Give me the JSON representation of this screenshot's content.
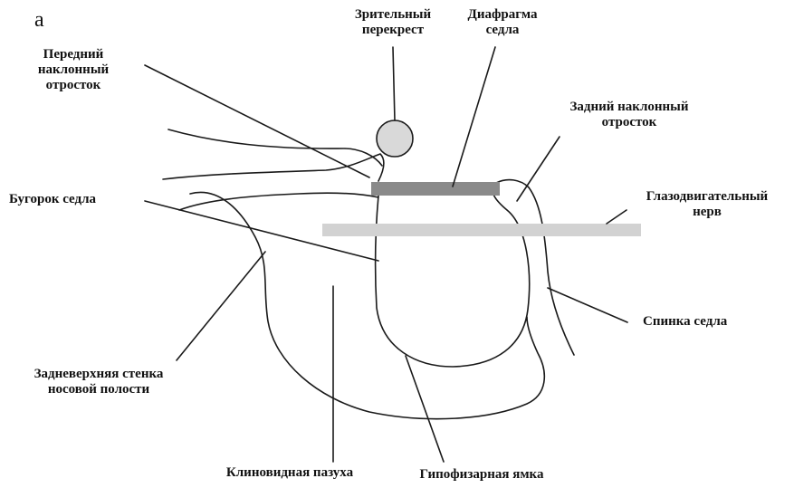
{
  "figure": {
    "letter": "а"
  },
  "labels": {
    "optic_chiasm": [
      "Зрительный",
      "перекрест"
    ],
    "diaphragm_sellae": [
      "Диафрагма",
      "седла"
    ],
    "anterior_clinoid": [
      "Передний",
      "наклонный",
      "отросток"
    ],
    "posterior_clinoid": [
      "Задний наклонный",
      "отросток"
    ],
    "tuberculum_sellae": [
      "Бугорок седла"
    ],
    "oculomotor_nerve": [
      "Глазодвигательный",
      "нерв"
    ],
    "dorsum_sellae": [
      "Спинка седла"
    ],
    "posterosuperior_wall": [
      "Задневерхняя стенка",
      "носовой полости"
    ],
    "sphenoid_sinus": [
      "Клиновидная пазуха"
    ],
    "pituitary_fossa": [
      "Гипофизарная ямка"
    ]
  },
  "colors": {
    "ink": "#1a1a1a",
    "diaphragm_bar": "#8a8a8a",
    "oculomotor_bar": "#d2d2d2",
    "chiasm_fill": "#d9d9d9"
  }
}
